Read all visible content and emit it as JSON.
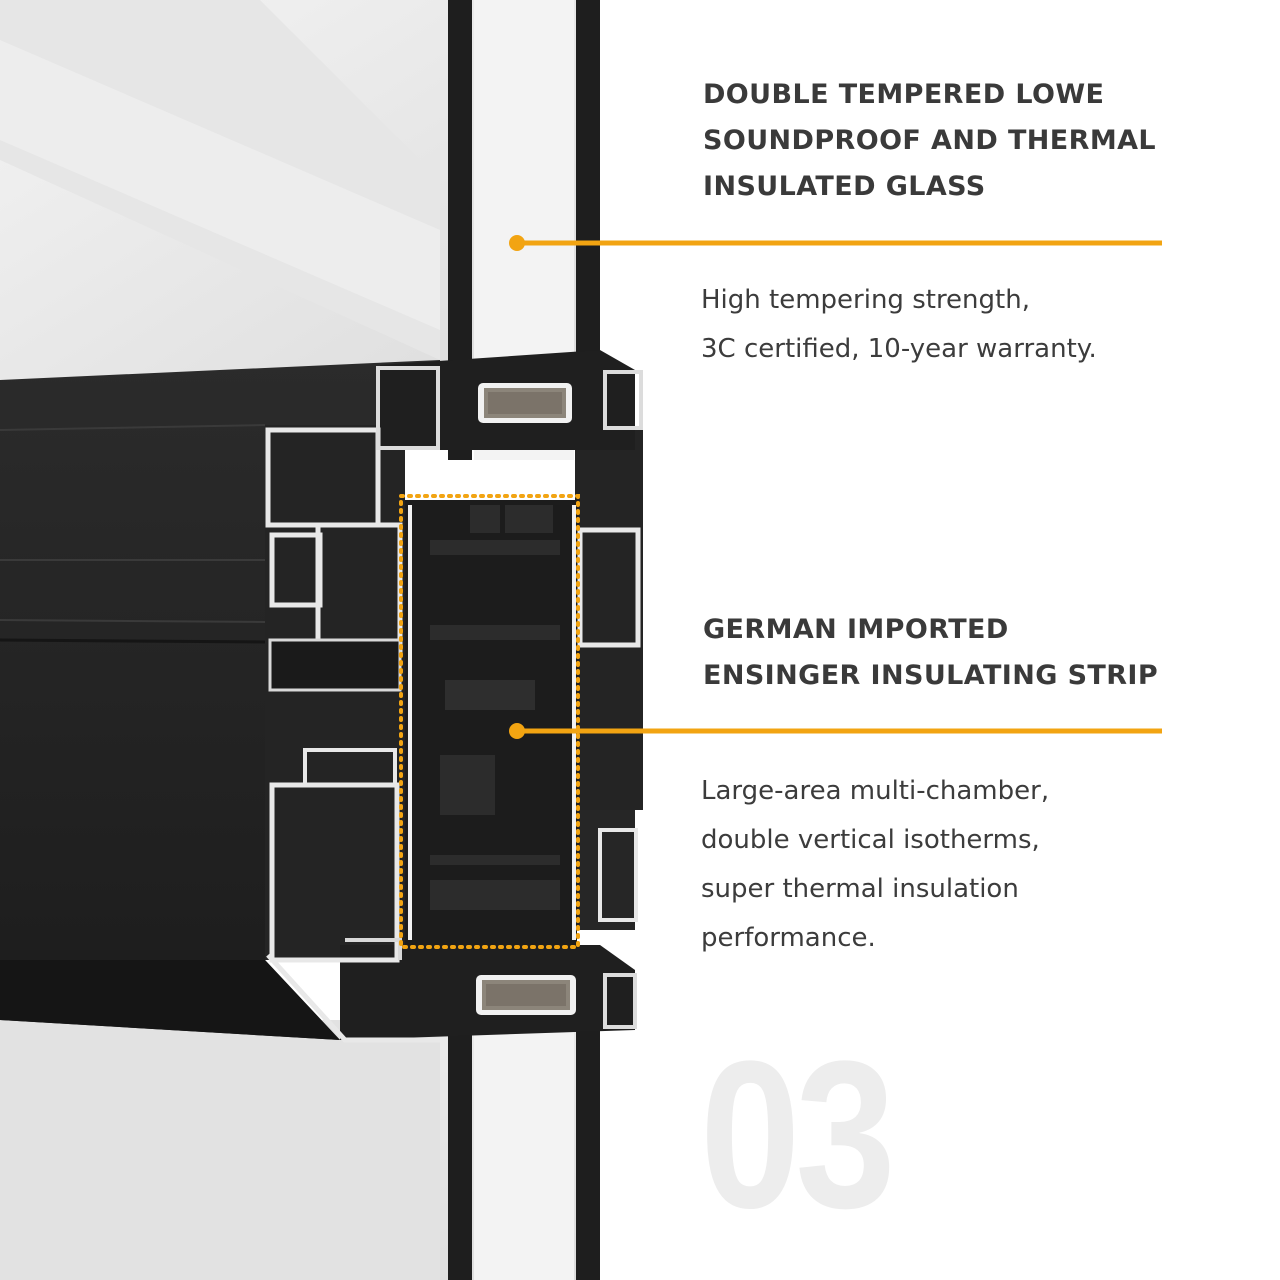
{
  "features": [
    {
      "heading": "DOUBLE TEMPERED LOWE\nSOUNDPROOF AND THERMAL\n INSULATED GLASS",
      "description": "High tempering strength,\n3C certified, 10-year warranty."
    },
    {
      "heading": "GERMAN IMPORTED\nENSINGER INSULATING STRIP",
      "description": "Large-area multi-chamber,\ndouble vertical isotherms,\nsuper thermal insulation\n performance."
    }
  ],
  "section_number": "03",
  "colors": {
    "accent": "#f2a412",
    "frame": "#232323",
    "heading_text": "#3a3a3a",
    "number_watermark": "#ededed"
  }
}
